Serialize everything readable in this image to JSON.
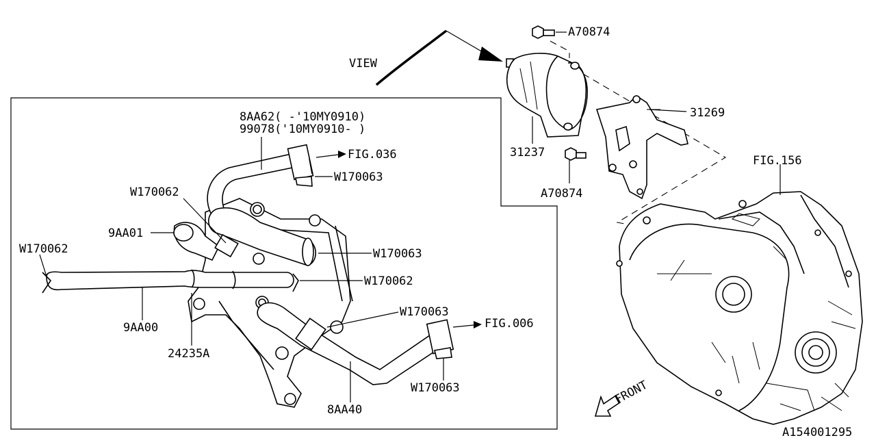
{
  "labels": {
    "view": "VIEW",
    "a70874_top": "A70874",
    "p31269": "31269",
    "p31237": "31237",
    "a70874_bottom": "A70874",
    "fig156": "FIG.156",
    "p8aa62": "8AA62(    -'10MY0910)",
    "p99078": "99078('10MY0910-    )",
    "fig036": "FIG.036",
    "w170063_a": "W170063",
    "w170062_a": "W170062",
    "p9aa01": "9AA01",
    "w170062_b": "W170062",
    "w170063_b": "W170063",
    "w170062_c": "W170062",
    "w170063_c": "W170063",
    "fig006": "FIG.006",
    "p9aa00": "9AA00",
    "p24235a": "24235A",
    "w170063_d": "W170063",
    "p8aa40": "8AA40",
    "front": "FRONT",
    "drawing_id": "A154001295"
  }
}
